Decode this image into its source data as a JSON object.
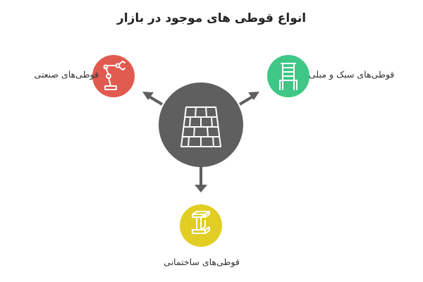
{
  "title": "انواع قوطی های موجود در بازار",
  "categories": {
    "industrial": {
      "label": "قوطی‌های صنعتی",
      "icon": "robot-arm-icon",
      "color": "#e05a4f"
    },
    "light": {
      "label": "قوطی‌های سبک و مبلی",
      "icon": "chair-icon",
      "color": "#3ec786"
    },
    "construction": {
      "label": "قوطی‌های ساختمانی",
      "icon": "steel-beam-icon",
      "color": "#e2cd22"
    }
  },
  "center": {
    "icon": "brick-wall-icon",
    "color": "#5f5f5f"
  },
  "arrow_color": "#5f5f5f"
}
